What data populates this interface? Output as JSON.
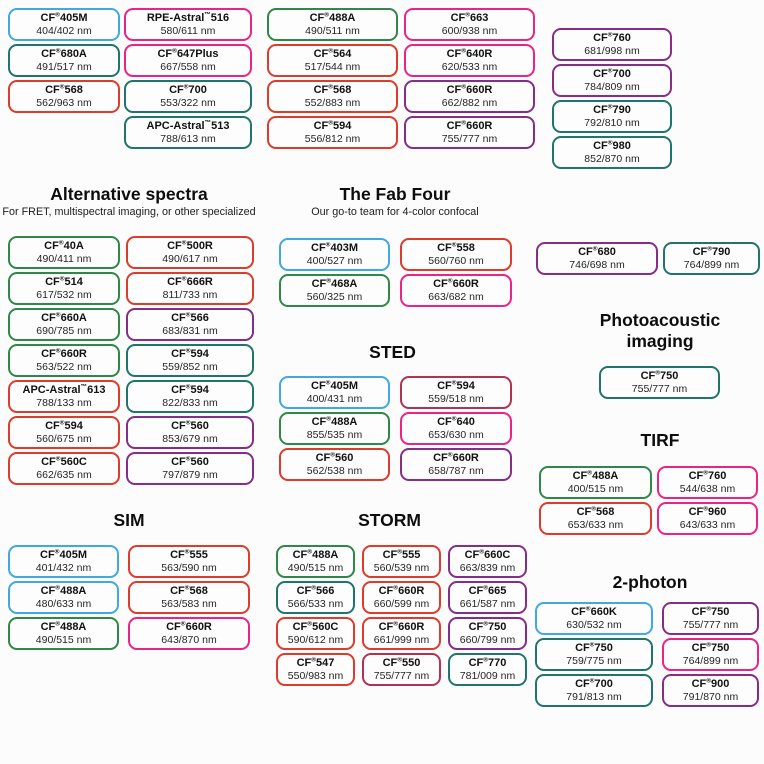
{
  "colors": {
    "blue": "#3fa9e0",
    "teal": "#20756b",
    "green": "#2f8748",
    "red": "#dd3b2b",
    "pink": "#ec2387",
    "crimson": "#b13351",
    "purple": "#852d88"
  },
  "top": {
    "columns": [
      [
        {
          "name": "CF®405M",
          "ex_em": "404/402 nm",
          "color": "blue"
        },
        {
          "name": "CF®680A",
          "ex_em": "491/517 nm",
          "color": "teal"
        },
        {
          "name": "CF®568",
          "ex_em": "562/963 nm",
          "color": "red"
        }
      ],
      [
        {
          "name": "RPE-Astral™516",
          "ex_em": "580/611 nm",
          "color": "pink"
        },
        {
          "name": "CF®647Plus",
          "ex_em": "667/558 nm",
          "color": "pink"
        },
        {
          "name": "CF®700",
          "ex_em": "553/322 nm",
          "color": "teal"
        },
        {
          "name": "APC-Astral™513",
          "ex_em": "788/613 nm",
          "color": "teal"
        }
      ],
      [
        {
          "name": "CF®488A",
          "ex_em": "490/511 nm",
          "color": "green"
        },
        {
          "name": "CF®564",
          "ex_em": "517/544 nm",
          "color": "red"
        },
        {
          "name": "CF®568",
          "ex_em": "552/883 nm",
          "color": "red"
        },
        {
          "name": "CF®594",
          "ex_em": "556/812 nm",
          "color": "red"
        }
      ],
      [
        {
          "name": "CF®663",
          "ex_em": "600/938 nm",
          "color": "pink"
        },
        {
          "name": "CF®640R",
          "ex_em": "620/533 nm",
          "color": "pink"
        },
        {
          "name": "CF®660R",
          "ex_em": "662/882 nm",
          "color": "purple"
        },
        {
          "name": "CF®660R",
          "ex_em": "755/777 nm",
          "color": "purple"
        }
      ],
      [
        {
          "name": "CF®760",
          "ex_em": "681/998 nm",
          "color": "purple"
        },
        {
          "name": "CF®700",
          "ex_em": "784/809 nm",
          "color": "purple"
        },
        {
          "name": "CF®790",
          "ex_em": "792/810 nm",
          "color": "teal"
        },
        {
          "name": "CF®980",
          "ex_em": "852/870 nm",
          "color": "teal"
        }
      ]
    ]
  },
  "alternative_spectra": {
    "title": "Alternative spectra",
    "subtitle": "For FRET, multispectral imaging, or other specialized",
    "columns": [
      [
        {
          "name": "CF®40A",
          "ex_em": "490/411 nm",
          "color": "green"
        },
        {
          "name": "CF®514",
          "ex_em": "617/532 nm",
          "color": "green"
        },
        {
          "name": "CF®660A",
          "ex_em": "690/785 nm",
          "color": "green"
        },
        {
          "name": "CF®660R",
          "ex_em": "563/522 nm",
          "color": "green"
        },
        {
          "name": "APC-Astral™613",
          "ex_em": "788/133 nm",
          "color": "red"
        },
        {
          "name": "CF®594",
          "ex_em": "560/675 nm",
          "color": "red"
        },
        {
          "name": "CF®560C",
          "ex_em": "662/635 nm",
          "color": "red"
        }
      ],
      [
        {
          "name": "CF®500R",
          "ex_em": "490/617 nm",
          "color": "red"
        },
        {
          "name": "CF®666R",
          "ex_em": "811/733 nm",
          "color": "red"
        },
        {
          "name": "CF®566",
          "ex_em": "683/831 nm",
          "color": "purple"
        },
        {
          "name": "CF®594",
          "ex_em": "559/852 nm",
          "color": "teal"
        },
        {
          "name": "CF®594",
          "ex_em": "822/833 nm",
          "color": "teal"
        },
        {
          "name": "CF®560",
          "ex_em": "853/679 nm",
          "color": "purple"
        },
        {
          "name": "CF®560",
          "ex_em": "797/879 nm",
          "color": "purple"
        }
      ]
    ]
  },
  "fab_four": {
    "title": "The Fab Four",
    "subtitle": "Our go-to team for 4-color confocal",
    "columns": [
      [
        {
          "name": "CF®403M",
          "ex_em": "400/527 nm",
          "color": "blue"
        },
        {
          "name": "CF®468A",
          "ex_em": "560/325 nm",
          "color": "green"
        }
      ],
      [
        {
          "name": "CF®558",
          "ex_em": "560/760 nm",
          "color": "red"
        },
        {
          "name": "CF®660R",
          "ex_em": "663/682 nm",
          "color": "pink"
        }
      ]
    ]
  },
  "sted": {
    "title": "STED",
    "columns": [
      [
        {
          "name": "CF®405M",
          "ex_em": "400/431 nm",
          "color": "blue"
        },
        {
          "name": "CF®488A",
          "ex_em": "855/535 nm",
          "color": "green"
        },
        {
          "name": "CF®560",
          "ex_em": "562/538 nm",
          "color": "red"
        }
      ],
      [
        {
          "name": "CF®594",
          "ex_em": "559/518 nm",
          "color": "crimson"
        },
        {
          "name": "CF®640",
          "ex_em": "653/630 nm",
          "color": "pink"
        },
        {
          "name": "CF®660R",
          "ex_em": "658/787 nm",
          "color": "purple"
        }
      ]
    ]
  },
  "nir_pair": {
    "pills": [
      {
        "name": "CF®680",
        "ex_em": "746/698 nm",
        "color": "purple"
      },
      {
        "name": "CF®790",
        "ex_em": "764/899 nm",
        "color": "teal"
      }
    ]
  },
  "photoacoustic": {
    "title": "Photoacoustic imaging",
    "pills": [
      {
        "name": "CF®750",
        "ex_em": "755/777 nm",
        "color": "teal"
      }
    ]
  },
  "tirf": {
    "title": "TIRF",
    "columns": [
      [
        {
          "name": "CF®488A",
          "ex_em": "400/515 nm",
          "color": "green"
        },
        {
          "name": "CF®568",
          "ex_em": "653/633 nm",
          "color": "red"
        }
      ],
      [
        {
          "name": "CF®760",
          "ex_em": "544/638 nm",
          "color": "pink"
        },
        {
          "name": "CF®960",
          "ex_em": "643/633 nm",
          "color": "pink"
        }
      ]
    ]
  },
  "sim": {
    "title": "SIM",
    "columns": [
      [
        {
          "name": "CF®405M",
          "ex_em": "401/432 nm",
          "color": "blue"
        },
        {
          "name": "CF®488A",
          "ex_em": "480/633 nm",
          "color": "blue"
        },
        {
          "name": "CF®488A",
          "ex_em": "490/515 nm",
          "color": "green"
        }
      ],
      [
        {
          "name": "CF®555",
          "ex_em": "563/590 nm",
          "color": "red"
        },
        {
          "name": "CF®568",
          "ex_em": "563/583 nm",
          "color": "red"
        },
        {
          "name": "CF®660R",
          "ex_em": "643/870 nm",
          "color": "pink"
        }
      ]
    ]
  },
  "storm": {
    "title": "STORM",
    "columns": [
      [
        {
          "name": "CF®488A",
          "ex_em": "490/515 nm",
          "color": "green"
        },
        {
          "name": "CF®566",
          "ex_em": "566/533 nm",
          "color": "teal"
        },
        {
          "name": "CF®560C",
          "ex_em": "590/612 nm",
          "color": "red"
        },
        {
          "name": "CF®547",
          "ex_em": "550/983 nm",
          "color": "red"
        }
      ],
      [
        {
          "name": "CF®555",
          "ex_em": "560/539 nm",
          "color": "red"
        },
        {
          "name": "CF®660R",
          "ex_em": "660/599 nm",
          "color": "red"
        },
        {
          "name": "CF®660R",
          "ex_em": "661/999 nm",
          "color": "red"
        },
        {
          "name": "CF®550",
          "ex_em": "755/777 nm",
          "color": "crimson"
        }
      ],
      [
        {
          "name": "CF®660C",
          "ex_em": "663/839 nm",
          "color": "purple"
        },
        {
          "name": "CF®665",
          "ex_em": "661/587 nm",
          "color": "purple"
        },
        {
          "name": "CF®750",
          "ex_em": "660/799 nm",
          "color": "purple"
        },
        {
          "name": "CF®770",
          "ex_em": "781/009 nm",
          "color": "teal"
        }
      ]
    ]
  },
  "two_photon": {
    "title": "2-photon",
    "columns": [
      [
        {
          "name": "CF®660K",
          "ex_em": "630/532 nm",
          "color": "blue"
        },
        {
          "name": "CF®750",
          "ex_em": "759/775 nm",
          "color": "teal"
        },
        {
          "name": "CF®700",
          "ex_em": "791/813 nm",
          "color": "teal"
        }
      ],
      [
        {
          "name": "CF®750",
          "ex_em": "755/777 nm",
          "color": "purple"
        },
        {
          "name": "CF®750",
          "ex_em": "764/899 nm",
          "color": "pink"
        },
        {
          "name": "CF®900",
          "ex_em": "791/870 nm",
          "color": "purple"
        }
      ]
    ]
  }
}
